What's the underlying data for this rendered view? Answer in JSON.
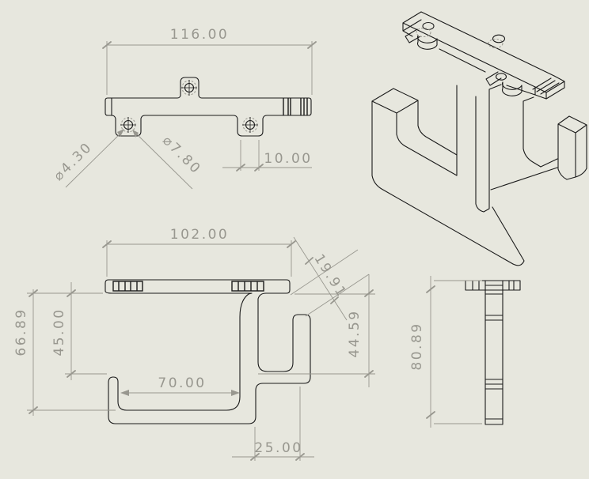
{
  "sheet": {
    "background": "#e7e7de",
    "line_color": "#1b1b1b",
    "dimension_color": "#98978f"
  },
  "views": {
    "top": {
      "dims": {
        "width": "116.00",
        "hole_small": "⌀4.30",
        "hole_large": "⌀7.80",
        "tab_offset": "10.00"
      }
    },
    "isometric": {},
    "side": {
      "dims": {
        "width": "102.00",
        "diagonal": "19.91",
        "height_outer": "66.89",
        "height_lip": "45.00",
        "height_right": "44.59",
        "inner_width": "70.00",
        "bottom_offset": "25.00"
      }
    },
    "front": {
      "dims": {
        "height": "80.89"
      }
    }
  }
}
